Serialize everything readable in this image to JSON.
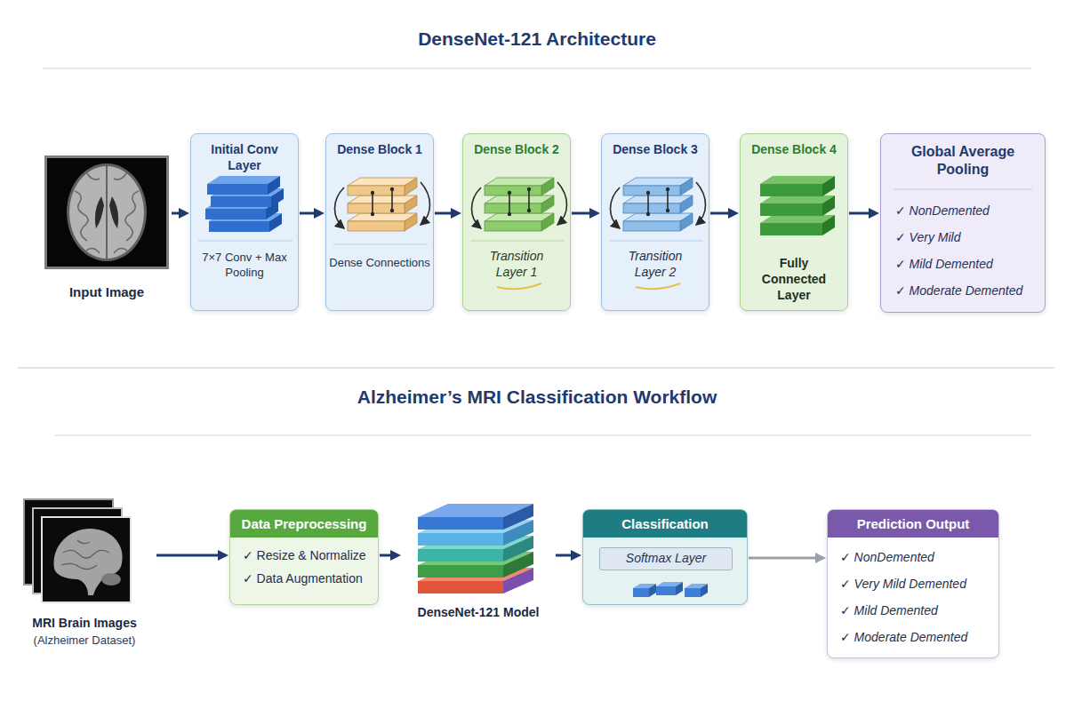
{
  "diagram": {
    "title": "DenseNet-121 Architecture",
    "nodes": [
      {
        "text": [
          "Input Image"
        ]
      },
      {
        "text": [
          "Initial Conv Layer",
          "7×7 Conv + Max Pooling"
        ]
      },
      {
        "text": [
          "Dense Block 1",
          "Dense Connections"
        ]
      },
      {
        "text": [
          "Dense Block 2",
          "Transition Layer 1"
        ]
      },
      {
        "text": [
          "Dense Block 3",
          "Transition Layer 2"
        ]
      },
      {
        "text": [
          "Dense Block 4",
          "Fully Connected Layer"
        ]
      },
      {
        "text": [
          "Global Average Pooling",
          "✓ NonDemented",
          "✓ Very Mild",
          "✓ Mild Demented",
          "✓ Moderate Demented"
        ]
      },
      {
        "text": [
          "MRI Brain Images",
          "(Alzheimer Dataset)"
        ]
      },
      {
        "text": [
          "Data Preprocessing",
          "✓ Resize & Normalize",
          "✓ Data Augmentation"
        ]
      },
      {
        "text": [
          "DenseNet-121 Model"
        ]
      },
      {
        "text": [
          "Classification"
        ]
      },
      {
        "text": [
          "Softmax Layer"
        ],
        "in": 10
      },
      {
        "text": [
          "Prediction Output",
          "✓ NonDemented",
          "✓ Very Mild Demented",
          "✓ Mild Demented",
          "✓ Moderate Demented"
        ]
      }
    ],
    "edges": [
      {
        "from": 0,
        "to": 1,
        "arrow": "to"
      },
      {
        "from": 1,
        "to": 2,
        "arrow": "to"
      },
      {
        "from": 2,
        "to": 3,
        "arrow": "to"
      },
      {
        "from": 3,
        "to": 4,
        "arrow": "to"
      },
      {
        "from": 4,
        "to": 5,
        "arrow": "to"
      },
      {
        "from": 5,
        "to": 6,
        "arrow": "to"
      },
      {
        "from": 7,
        "to": 8,
        "arrow": "to"
      },
      {
        "from": 8,
        "to": 9,
        "arrow": "to"
      },
      {
        "from": 9,
        "to": 10,
        "arrow": "to"
      },
      {
        "from": 10,
        "to": 12,
        "arrow": "to"
      }
    ],
    "labels": [
      "Alzheimer’s MRI Classification Workflow"
    ]
  }
}
